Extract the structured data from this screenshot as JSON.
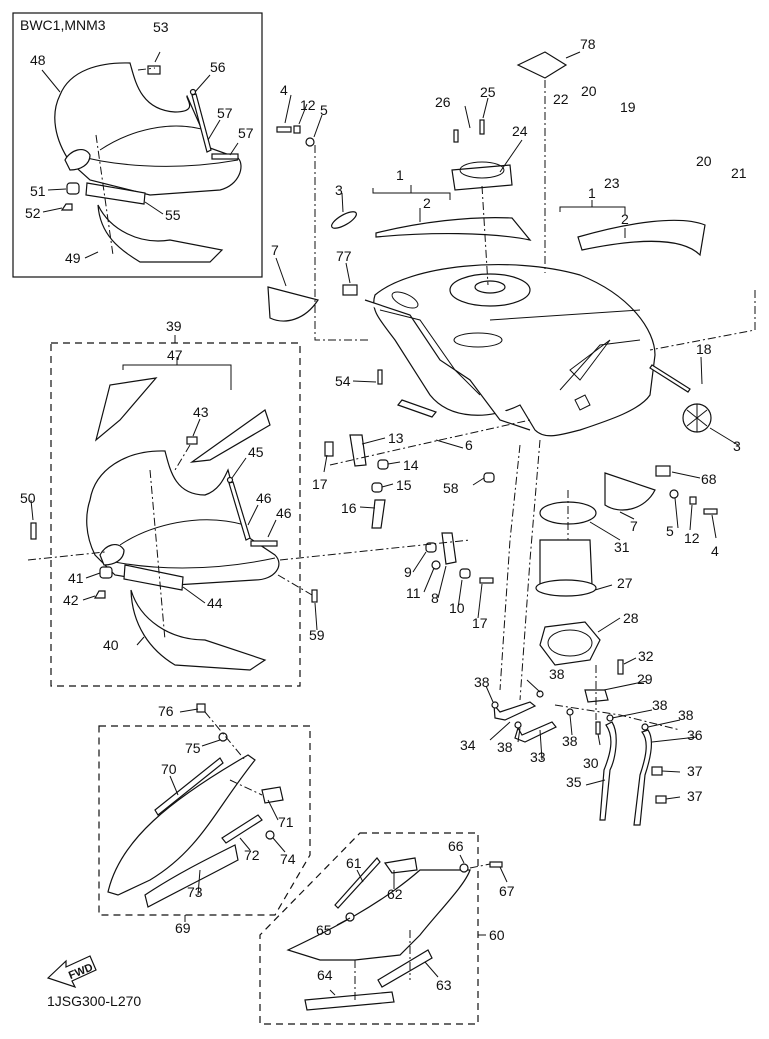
{
  "diagram": {
    "inset_title": "BWC1,MNM3",
    "fwd_label": "FWD",
    "diagram_code": "1JSG300-L270",
    "callouts": [
      {
        "id": "c48",
        "text": "48"
      },
      {
        "id": "c53",
        "text": "53"
      },
      {
        "id": "c56",
        "text": "56"
      },
      {
        "id": "c57a",
        "text": "57"
      },
      {
        "id": "c57b",
        "text": "57"
      },
      {
        "id": "c51",
        "text": "51"
      },
      {
        "id": "c52",
        "text": "52"
      },
      {
        "id": "c55",
        "text": "55"
      },
      {
        "id": "c49",
        "text": "49"
      },
      {
        "id": "c4a",
        "text": "4"
      },
      {
        "id": "c12a",
        "text": "12"
      },
      {
        "id": "c5a",
        "text": "5"
      },
      {
        "id": "c3a",
        "text": "3"
      },
      {
        "id": "c1a",
        "text": "1"
      },
      {
        "id": "c2a",
        "text": "2"
      },
      {
        "id": "c26",
        "text": "26"
      },
      {
        "id": "c25",
        "text": "25"
      },
      {
        "id": "c24",
        "text": "24"
      },
      {
        "id": "c78",
        "text": "78"
      },
      {
        "id": "c22",
        "text": "22"
      },
      {
        "id": "c20a",
        "text": "20"
      },
      {
        "id": "c19",
        "text": "19"
      },
      {
        "id": "c20b",
        "text": "20"
      },
      {
        "id": "c21",
        "text": "21"
      },
      {
        "id": "c23",
        "text": "23"
      },
      {
        "id": "c1b",
        "text": "1"
      },
      {
        "id": "c2b",
        "text": "2"
      },
      {
        "id": "c7a",
        "text": "7"
      },
      {
        "id": "c77",
        "text": "77"
      },
      {
        "id": "c18",
        "text": "18"
      },
      {
        "id": "c54",
        "text": "54"
      },
      {
        "id": "c3b",
        "text": "3"
      },
      {
        "id": "c39",
        "text": "39"
      },
      {
        "id": "c47",
        "text": "47"
      },
      {
        "id": "c43",
        "text": "43"
      },
      {
        "id": "c45",
        "text": "45"
      },
      {
        "id": "c46a",
        "text": "46"
      },
      {
        "id": "c46b",
        "text": "46"
      },
      {
        "id": "c50",
        "text": "50"
      },
      {
        "id": "c41",
        "text": "41"
      },
      {
        "id": "c42",
        "text": "42"
      },
      {
        "id": "c44",
        "text": "44"
      },
      {
        "id": "c40",
        "text": "40"
      },
      {
        "id": "c59",
        "text": "59"
      },
      {
        "id": "c13",
        "text": "13"
      },
      {
        "id": "c6",
        "text": "6"
      },
      {
        "id": "c14",
        "text": "14"
      },
      {
        "id": "c17a",
        "text": "17"
      },
      {
        "id": "c15",
        "text": "15"
      },
      {
        "id": "c16",
        "text": "16"
      },
      {
        "id": "c58",
        "text": "58"
      },
      {
        "id": "c68",
        "text": "68"
      },
      {
        "id": "c5b",
        "text": "5"
      },
      {
        "id": "c12b",
        "text": "12"
      },
      {
        "id": "c4b",
        "text": "4"
      },
      {
        "id": "c7b",
        "text": "7"
      },
      {
        "id": "c31",
        "text": "31"
      },
      {
        "id": "c9",
        "text": "9"
      },
      {
        "id": "c11",
        "text": "11"
      },
      {
        "id": "c8",
        "text": "8"
      },
      {
        "id": "c10",
        "text": "10"
      },
      {
        "id": "c17b",
        "text": "17"
      },
      {
        "id": "c27",
        "text": "27"
      },
      {
        "id": "c28",
        "text": "28"
      },
      {
        "id": "c32",
        "text": "32"
      },
      {
        "id": "c29",
        "text": "29"
      },
      {
        "id": "c38a",
        "text": "38"
      },
      {
        "id": "c38b",
        "text": "38"
      },
      {
        "id": "c38c",
        "text": "38"
      },
      {
        "id": "c38d",
        "text": "38"
      },
      {
        "id": "c38e",
        "text": "38"
      },
      {
        "id": "c38f",
        "text": "38"
      },
      {
        "id": "c34",
        "text": "34"
      },
      {
        "id": "c33",
        "text": "33"
      },
      {
        "id": "c30",
        "text": "30"
      },
      {
        "id": "c36",
        "text": "36"
      },
      {
        "id": "c35",
        "text": "35"
      },
      {
        "id": "c37a",
        "text": "37"
      },
      {
        "id": "c37b",
        "text": "37"
      },
      {
        "id": "c76",
        "text": "76"
      },
      {
        "id": "c75",
        "text": "75"
      },
      {
        "id": "c70",
        "text": "70"
      },
      {
        "id": "c71",
        "text": "71"
      },
      {
        "id": "c72",
        "text": "72"
      },
      {
        "id": "c74",
        "text": "74"
      },
      {
        "id": "c73",
        "text": "73"
      },
      {
        "id": "c69",
        "text": "69"
      },
      {
        "id": "c66",
        "text": "66"
      },
      {
        "id": "c61",
        "text": "61"
      },
      {
        "id": "c62",
        "text": "62"
      },
      {
        "id": "c67",
        "text": "67"
      },
      {
        "id": "c65",
        "text": "65"
      },
      {
        "id": "c60",
        "text": "60"
      },
      {
        "id": "c64",
        "text": "64"
      },
      {
        "id": "c63",
        "text": "63"
      }
    ]
  }
}
